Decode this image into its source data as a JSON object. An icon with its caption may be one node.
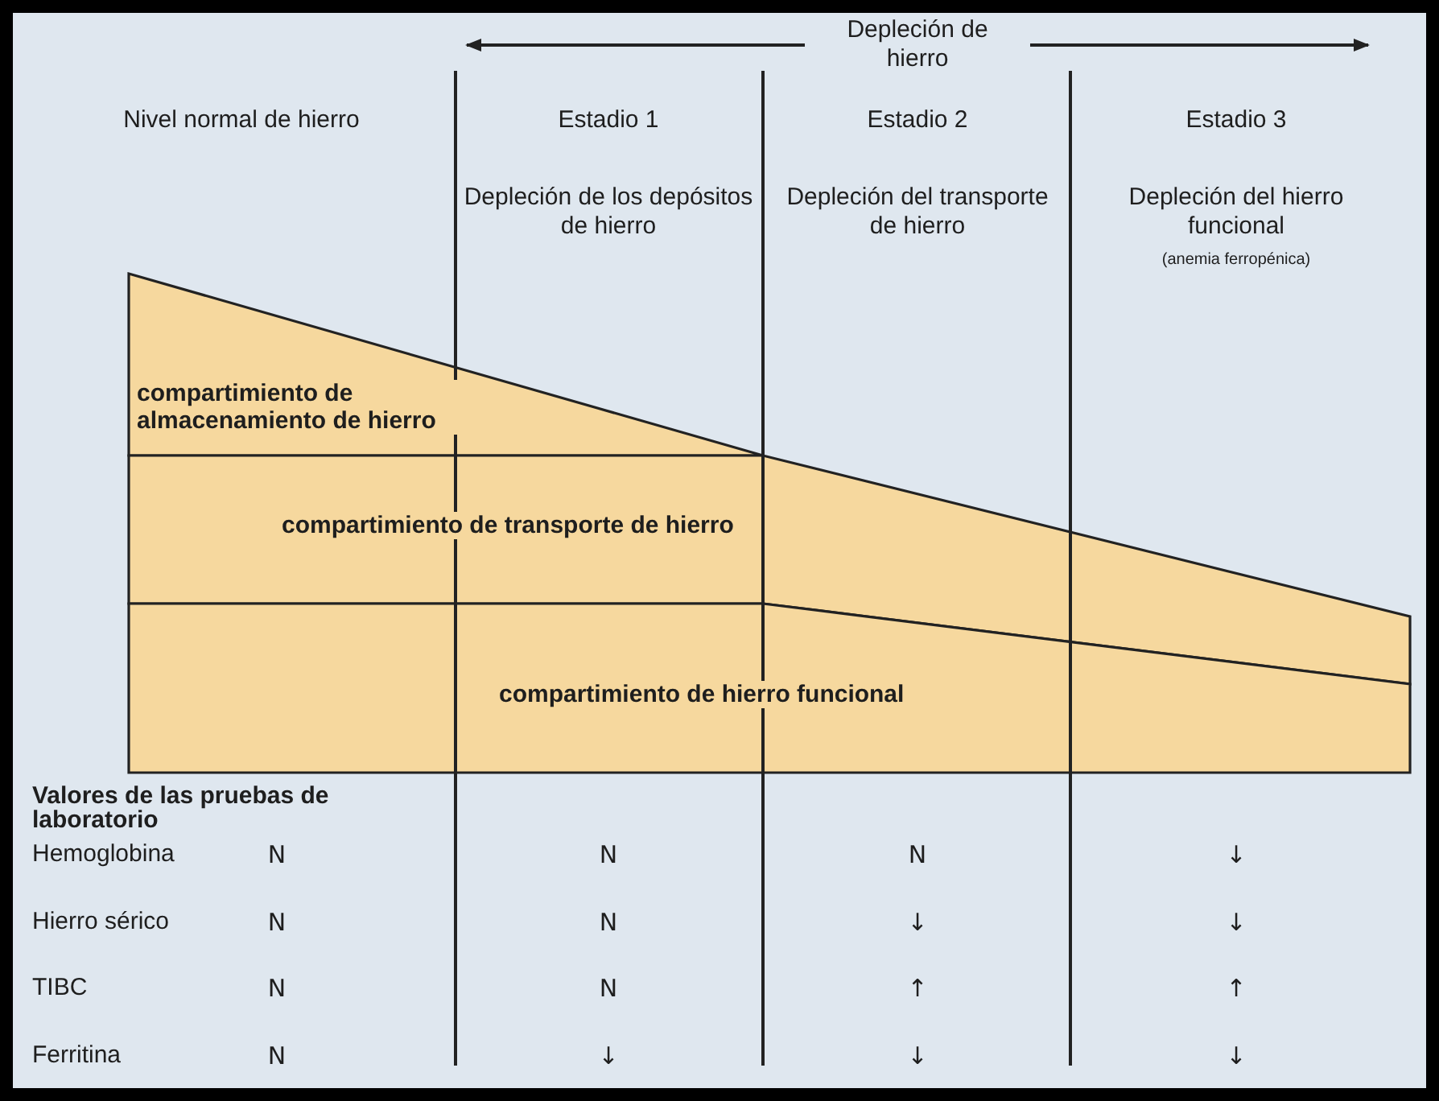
{
  "diagram": {
    "nodes": [
      {
        "text": [
          "compartimiento de almacenamiento de hierro"
        ]
      },
      {
        "text": [
          "compartimiento de transporte de hierro"
        ]
      },
      {
        "text": [
          "compartimiento de hierro funcional"
        ]
      }
    ],
    "labels": [
      "Depleción de hierro",
      "Nivel normal de hierro",
      "Estadio 1",
      "Estadio 2",
      "Estadio 3",
      "Depleción de los depósitos de hierro",
      "Depleción del transporte de hierro",
      "Depleción del hierro funcional",
      "(anemia ferropénica)",
      "Valores de las pruebas de laboratorio",
      "Hemoglobina",
      "N",
      "N",
      "N",
      "↓",
      "Hierro sérico",
      "N",
      "N",
      "↓",
      "↓",
      "TIBC",
      "N",
      "N",
      "↑",
      "↑",
      "Ferritina",
      "N",
      "↓",
      "↓",
      "↓"
    ]
  }
}
